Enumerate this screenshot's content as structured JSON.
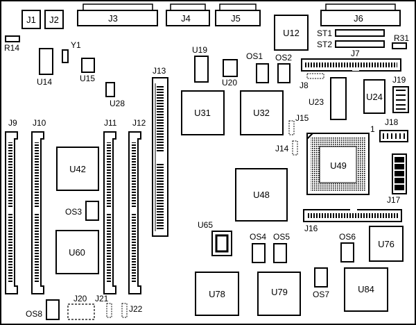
{
  "diagram": {
    "components": [
      {
        "id": "J1",
        "label": "J1"
      },
      {
        "id": "J2",
        "label": "J2"
      },
      {
        "id": "J3",
        "label": "J3"
      },
      {
        "id": "J4",
        "label": "J4"
      },
      {
        "id": "J5",
        "label": "J5"
      },
      {
        "id": "J6",
        "label": "J6"
      },
      {
        "id": "U12",
        "label": "U12"
      },
      {
        "id": "ST1",
        "label": "ST1"
      },
      {
        "id": "ST2",
        "label": "ST2"
      },
      {
        "id": "R31",
        "label": "R31"
      },
      {
        "id": "R14",
        "label": "R14"
      },
      {
        "id": "Y1",
        "label": "Y1"
      },
      {
        "id": "U14",
        "label": "U14"
      },
      {
        "id": "U15",
        "label": "U15"
      },
      {
        "id": "U19",
        "label": "U19"
      },
      {
        "id": "OS1",
        "label": "OS1"
      },
      {
        "id": "OS2",
        "label": "OS2"
      },
      {
        "id": "J7",
        "label": "J7"
      },
      {
        "id": "U20",
        "label": "U20"
      },
      {
        "id": "J8",
        "label": "J8"
      },
      {
        "id": "J19",
        "label": "J19"
      },
      {
        "id": "J13",
        "label": "J13"
      },
      {
        "id": "U28",
        "label": "U28"
      },
      {
        "id": "U23",
        "label": "U23"
      },
      {
        "id": "U24",
        "label": "U24"
      },
      {
        "id": "U31",
        "label": "U31"
      },
      {
        "id": "U32",
        "label": "U32"
      },
      {
        "id": "J15",
        "label": "J15"
      },
      {
        "id": "J18",
        "label": "J18"
      },
      {
        "id": "pin1",
        "label": "1"
      },
      {
        "id": "J9",
        "label": "J9"
      },
      {
        "id": "J10",
        "label": "J10"
      },
      {
        "id": "J11",
        "label": "J11"
      },
      {
        "id": "J12",
        "label": "J12"
      },
      {
        "id": "J14",
        "label": "J14"
      },
      {
        "id": "U42",
        "label": "U42"
      },
      {
        "id": "U49",
        "label": "U49"
      },
      {
        "id": "U48",
        "label": "U48"
      },
      {
        "id": "J17",
        "label": "J17"
      },
      {
        "id": "OS3",
        "label": "OS3"
      },
      {
        "id": "J16",
        "label": "J16"
      },
      {
        "id": "U65",
        "label": "U65"
      },
      {
        "id": "OS4",
        "label": "OS4"
      },
      {
        "id": "OS5",
        "label": "OS5"
      },
      {
        "id": "OS6",
        "label": "OS6"
      },
      {
        "id": "U60",
        "label": "U60"
      },
      {
        "id": "U76",
        "label": "U76"
      },
      {
        "id": "U78",
        "label": "U78"
      },
      {
        "id": "U79",
        "label": "U79"
      },
      {
        "id": "U84",
        "label": "U84"
      },
      {
        "id": "OS7",
        "label": "OS7"
      },
      {
        "id": "J20",
        "label": "J20"
      },
      {
        "id": "J21",
        "label": "J21"
      },
      {
        "id": "J22",
        "label": "J22"
      },
      {
        "id": "OS8",
        "label": "OS8"
      }
    ]
  }
}
